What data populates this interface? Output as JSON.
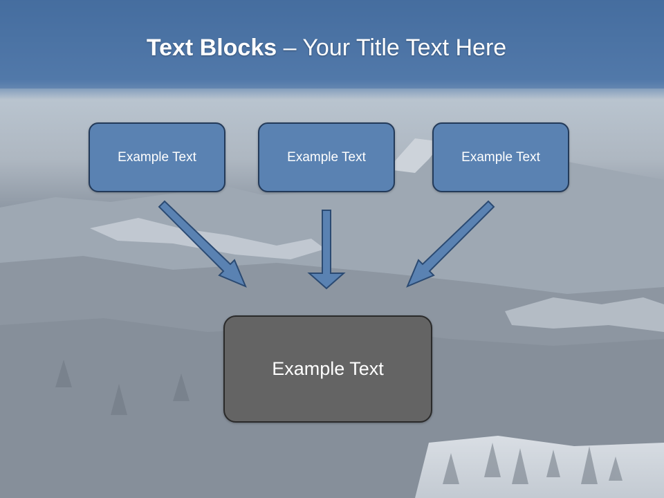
{
  "slide": {
    "title_bold": "Text Blocks",
    "title_rest": " – Your Title Text Here"
  },
  "blocks": [
    {
      "label": "Example Text"
    },
    {
      "label": "Example Text"
    },
    {
      "label": "Example Text"
    }
  ],
  "target": {
    "label": "Example Text"
  },
  "colors": {
    "block_fill": "#5a82b2",
    "block_border": "#233a59",
    "target_fill": "#646464",
    "header_band": "#4a72a6"
  }
}
